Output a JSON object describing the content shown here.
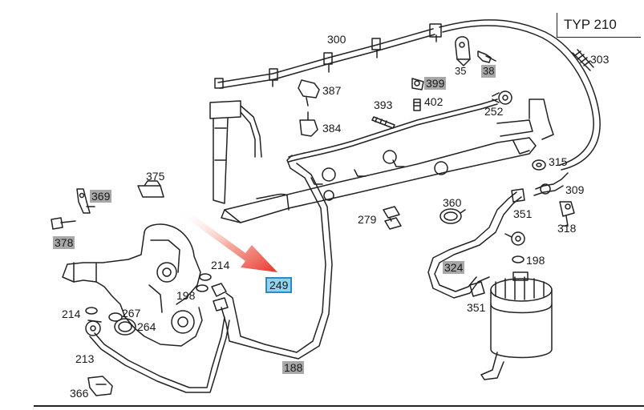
{
  "type_label": "TYP 210",
  "labels": {
    "p300": "300",
    "p35": "35",
    "p38": "38",
    "p303": "303",
    "p387": "387",
    "p399": "399",
    "p393": "393",
    "p402": "402",
    "p384": "384",
    "p252": "252",
    "p375": "375",
    "p369": "369",
    "p378": "378",
    "p315": "315",
    "p309": "309",
    "p360": "360",
    "p279": "279",
    "p351a": "351",
    "p318": "318",
    "p214a": "214",
    "p249": "249",
    "p198a": "198",
    "p198b": "198",
    "p324": "324",
    "p214b": "214",
    "p267": "267",
    "p264": "264",
    "p351b": "351",
    "p213": "213",
    "p188": "188",
    "p366": "366"
  },
  "colors": {
    "highlight": "#a8a8a8",
    "selected_fill": "#8fd3ee",
    "selected_border": "#2a8cc4",
    "arrow": "#e8312a",
    "line": "#222222"
  }
}
